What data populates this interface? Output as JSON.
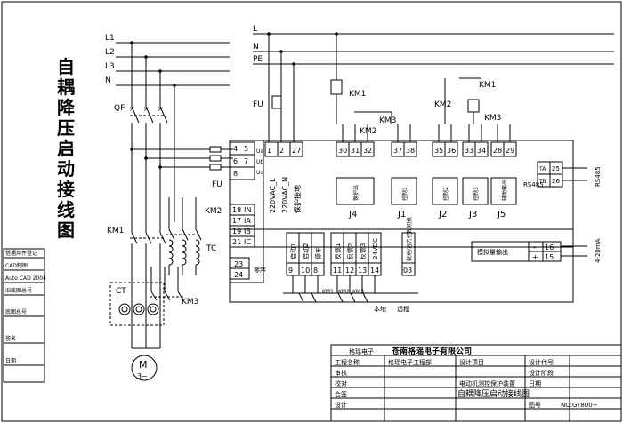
{
  "title_chars": [
    "自",
    "耦",
    "降",
    "压",
    "启",
    "动",
    "接",
    "线",
    "图"
  ],
  "lines": {
    "L1": "L1",
    "L2": "L2",
    "L3": "L3",
    "N": "N"
  },
  "control_lines": {
    "L": "L",
    "N": "N",
    "PE": "PE"
  },
  "components": {
    "QF": "QF",
    "KM1": "KM1",
    "KM2": "KM2",
    "KM3": "KM3",
    "TC": "TC",
    "CT": "CT",
    "FU": "FU",
    "M": "M",
    "M_sub": "3~"
  },
  "relay": {
    "km1_top": "KM1",
    "km2_mid": "KM2",
    "km3_mid": "KM3",
    "km3_left": "KM3",
    "km2_left": "KM2",
    "km1_left": "KM1"
  },
  "ct_terminals": [
    {
      "num": "18",
      "lab": "IN"
    },
    {
      "num": "17",
      "lab": "IA"
    },
    {
      "num": "19",
      "lab": "IB"
    },
    {
      "num": "21",
      "lab": "IC"
    }
  ],
  "voltage_terminals": [
    {
      "num": "4",
      "lab": "5"
    },
    {
      "num": "6",
      "lab": "7"
    },
    {
      "num": "8",
      "lab": ""
    }
  ],
  "voltage_side": [
    "Ua",
    "Ub",
    "Uc"
  ],
  "zero_seq": {
    "a": "23",
    "b": "24",
    "lab": "零序"
  },
  "power": {
    "nums": [
      "1",
      "2",
      "27"
    ],
    "labs": [
      "220VAC_L",
      "220VAC_N",
      "保护接地"
    ]
  },
  "outputs": [
    {
      "name": "J4",
      "nums": [
        "30",
        "31",
        "32"
      ],
      "lab": "保护出"
    },
    {
      "name": "J1",
      "nums": [
        "37",
        "38"
      ],
      "lab": "控制1"
    },
    {
      "name": "J2",
      "nums": [
        "35",
        "36"
      ],
      "lab": "控制2"
    },
    {
      "name": "J3",
      "nums": [
        "33",
        "34"
      ],
      "lab": "控制3"
    },
    {
      "name": "J5",
      "nums": [
        "28",
        "29"
      ],
      "lab": "辅助输出"
    }
  ],
  "rs485": {
    "lab": "RS485",
    "ta": "TA",
    "tb": "TB",
    "n1": "25",
    "n2": "26",
    "side": "RS485"
  },
  "inputs": [
    {
      "num": "9",
      "lab": "启动1"
    },
    {
      "num": "10",
      "lab": "启动2"
    },
    {
      "num": "8",
      "lab": "停车"
    },
    {
      "num": "11",
      "lab": "反馈1"
    },
    {
      "num": "12",
      "lab": "反馈2"
    },
    {
      "num": "13",
      "lab": "反馈3"
    },
    {
      "num": "14",
      "lab": "24VDC"
    }
  ],
  "remote": {
    "num": "03",
    "lab": "就地/远方控制切换"
  },
  "analog": {
    "lab": "模拟量输出",
    "minus": "-",
    "plus": "+",
    "n16": "16",
    "n15": "15",
    "side": "4-20mA"
  },
  "bottom_labels": {
    "local": "本地",
    "remote": "远程"
  },
  "side_panel": [
    "借通用件登记",
    "CAD制图",
    "Auto CAD 2004",
    "旧底图总号",
    "底图总号",
    "签名",
    "日期"
  ],
  "title_block": {
    "company": "苍南格瑶电子有限公司",
    "logo": "格瑶电子",
    "dept": "格瑶电子工程部",
    "drawing_name": "电动机测控保护装置",
    "drawing_sub": "自耦降压启动接线图",
    "labels": [
      "工程名称",
      "设计项目",
      "审核",
      "校对",
      "设计",
      "会签",
      "图号",
      "日期"
    ],
    "right_labels": [
      "设计代号",
      "设计阶段",
      "日期"
    ],
    "drawing_no": "NO:GY800+"
  }
}
